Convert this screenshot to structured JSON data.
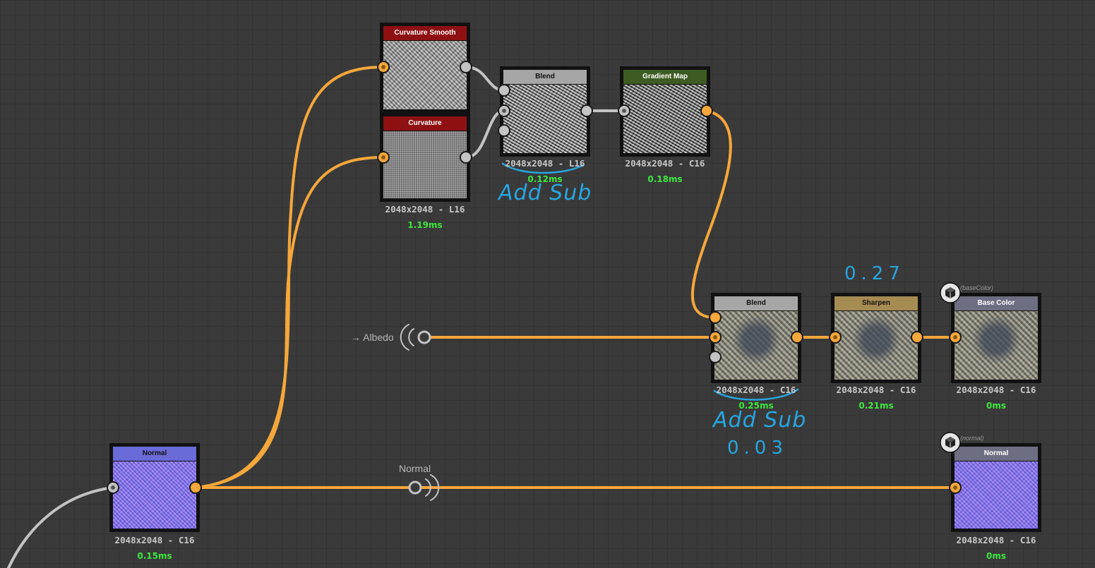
{
  "graph": {
    "nodes": {
      "curvature_smooth": {
        "title": "Curvature Smooth",
        "color": "#8e1013"
      },
      "curvature": {
        "title": "Curvature",
        "color": "#8e1013",
        "resolution": "2048x2048 - L16",
        "time": "1.19ms"
      },
      "blend_top": {
        "title": "Blend",
        "color": "#a6a6a6",
        "resolution": "2048x2048 - L16",
        "time": "0.12ms"
      },
      "gradient_map": {
        "title": "Gradient Map",
        "color": "#3e5c21",
        "resolution": "2048x2048 - C16",
        "time": "0.18ms"
      },
      "blend_mid": {
        "title": "Blend",
        "color": "#a6a6a6",
        "resolution": "2048x2048 - C16",
        "time": "0.25ms"
      },
      "sharpen": {
        "title": "Sharpen",
        "color": "#a68b52",
        "resolution": "2048x2048 - C16",
        "time": "0.21ms"
      },
      "base_color": {
        "title": "Base Color",
        "color": "#6e6e82",
        "resolution": "2048x2048 - C16",
        "time": "0ms",
        "identifier": "(baseColor)"
      },
      "normal_in": {
        "title": "Normal",
        "color": "#6a6ad8",
        "resolution": "2048x2048 - C16",
        "time": "0.15ms"
      },
      "normal_out": {
        "title": "Normal",
        "color": "#6e6e82",
        "resolution": "2048x2048 - C16",
        "time": "0ms",
        "identifier": "(normal)"
      }
    },
    "port_labels": {
      "albedo": "→ Albedo",
      "normal": "Normal"
    },
    "annotations": {
      "add_sub_top": "Add Sub",
      "add_sub_mid": "Add Sub",
      "sharpen_value": "0.27",
      "blend_value": "0.03"
    },
    "wire_colors": {
      "color": "#f5a73b",
      "grayscale": "#c4c4c4"
    },
    "icons": {
      "graph_output": "cube-icon"
    }
  }
}
